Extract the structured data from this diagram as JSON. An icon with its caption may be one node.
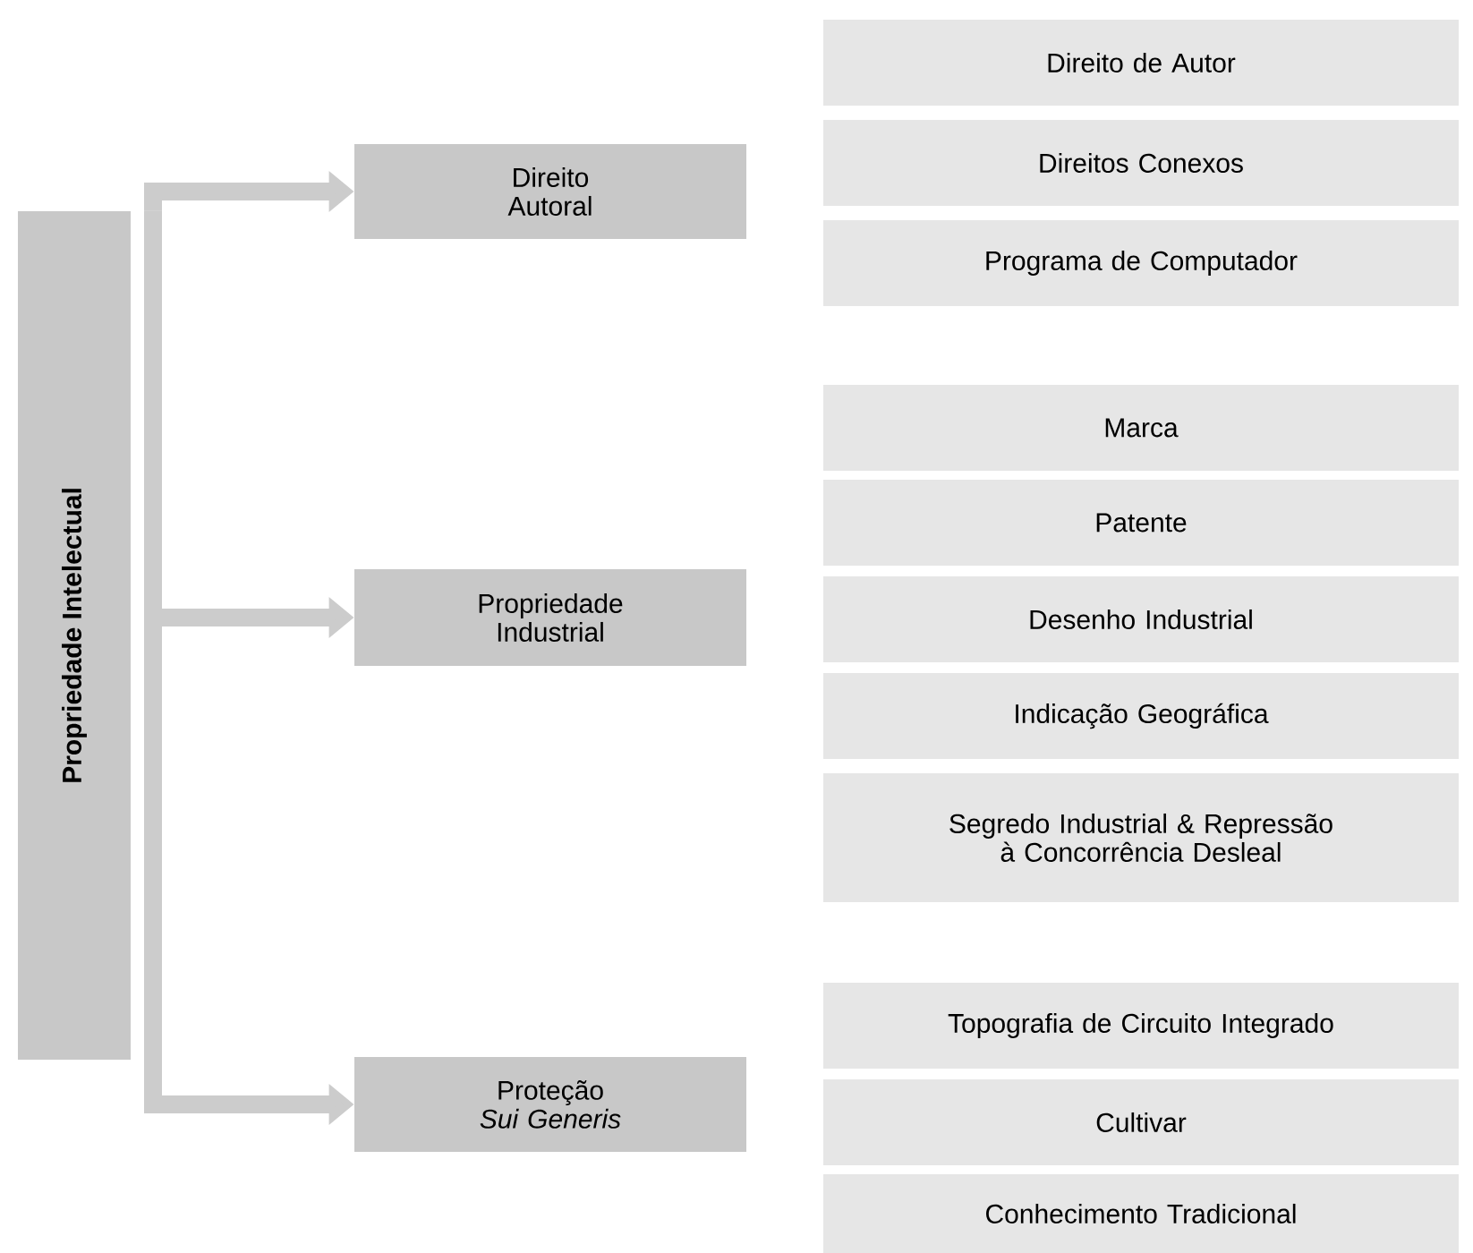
{
  "diagram": {
    "nodes": [
      {
        "text": [
          "Propriedade Intelectual"
        ]
      },
      {
        "text": [
          "Direito Autoral"
        ]
      },
      {
        "text": [
          "Propriedade Industrial"
        ]
      },
      {
        "text": [
          "Proteção *Sui Generis*"
        ]
      },
      {
        "text": [
          "Direito de Autor"
        ]
      },
      {
        "text": [
          "Direitos Conexos"
        ]
      },
      {
        "text": [
          "Programa de Computador"
        ]
      },
      {
        "text": [
          "Marca"
        ]
      },
      {
        "text": [
          "Patente"
        ]
      },
      {
        "text": [
          "Desenho Industrial"
        ]
      },
      {
        "text": [
          "Indicação Geográfica"
        ]
      },
      {
        "text": [
          "Segredo Industrial & Repressão à Concorrência Desleal"
        ]
      },
      {
        "text": [
          "Topografia de Circuito Integrado"
        ]
      },
      {
        "text": [
          "Cultivar"
        ]
      },
      {
        "text": [
          "Conhecimento Tradicional"
        ]
      }
    ],
    "edges": [
      {
        "from": 0,
        "to": 1,
        "arrow": "to"
      },
      {
        "from": 0,
        "to": 2,
        "arrow": "to"
      },
      {
        "from": 0,
        "to": 3,
        "arrow": "to"
      }
    ]
  }
}
